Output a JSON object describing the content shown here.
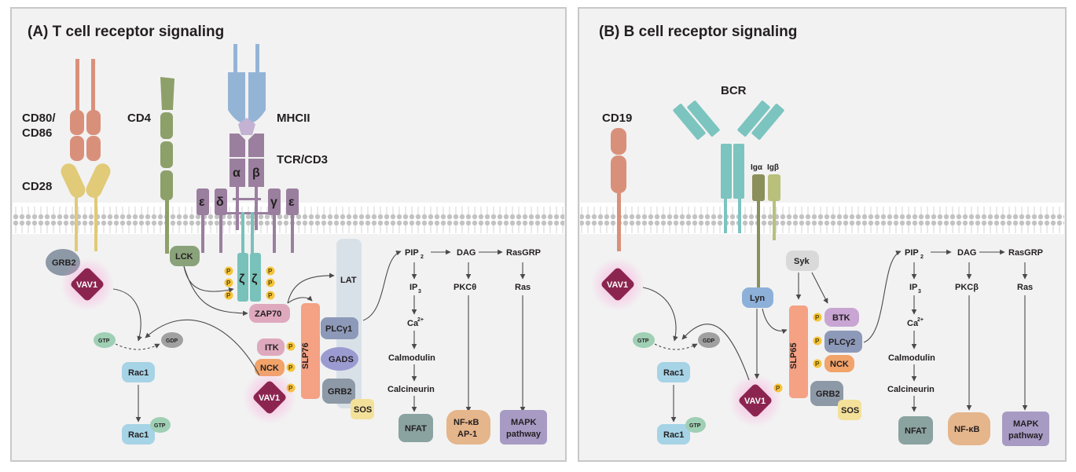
{
  "panels": {
    "a": {
      "title": "(A) T cell receptor signaling",
      "labels": {
        "cd80": "CD80/",
        "cd86": "CD86",
        "cd28": "CD28",
        "cd4": "CD4",
        "mhcii": "MHCII",
        "tcr": "TCR/CD3",
        "alpha": "α",
        "beta": "β",
        "eps1": "ε",
        "delta": "δ",
        "gamma": "γ",
        "eps2": "ε",
        "zeta1": "ζ",
        "zeta2": "ζ"
      },
      "molecules": {
        "grb2": "GRB2",
        "vav1_top": "VAV1",
        "lck": "LCK",
        "gtp": "GTP",
        "gdp": "GDP",
        "rac1": "Rac1",
        "rac1_gtp": "Rac1",
        "gtp2": "GTP",
        "zap70": "ZAP70",
        "lat": "LAT",
        "slp76": "SLP76",
        "plcg1": "PLCγ1",
        "gads": "GADS",
        "itk": "ITK",
        "nck": "NCK",
        "grb2_b": "GRB2",
        "sos": "SOS",
        "vav1_bottom": "VAV1"
      },
      "pathway": {
        "pip2": "PIP",
        "pip2_sub": "2",
        "dag": "DAG",
        "rasgrp": "RasGRP",
        "ip3": "IP",
        "ip3_sub": "3",
        "pkc": "PKCθ",
        "ras": "Ras",
        "ca": "Ca",
        "ca_sup": "2+",
        "calmodulin": "Calmodulin",
        "calcineurin": "Calcineurin",
        "nfat": "NFAT",
        "nfkb": "NF-κB",
        "ap1": "AP-1",
        "mapk1": "MAPK",
        "mapk2": "pathway"
      }
    },
    "b": {
      "title": "(B) B cell receptor signaling",
      "labels": {
        "cd19": "CD19",
        "bcr": "BCR",
        "iga": "Igα",
        "igb": "Igβ"
      },
      "molecules": {
        "vav1_top": "VAV1",
        "gtp": "GTP",
        "gdp": "GDP",
        "rac1": "Rac1",
        "rac1_gtp": "Rac1",
        "gtp2": "GTP",
        "syk": "Syk",
        "lyn": "Lyn",
        "slp65": "SLP65",
        "btk": "BTK",
        "plcg2": "PLCγ2",
        "nck": "NCK",
        "grb2": "GRB2",
        "sos": "SOS",
        "vav1_bottom": "VAV1"
      },
      "pathway": {
        "pip2": "PIP",
        "pip2_sub": "2",
        "dag": "DAG",
        "rasgrp": "RasGRP",
        "ip3": "IP",
        "ip3_sub": "3",
        "pkc": "PKCβ",
        "ras": "Ras",
        "ca": "Ca",
        "ca_sup": "2+",
        "calmodulin": "Calmodulin",
        "calcineurin": "Calcineurin",
        "nfat": "NFAT",
        "nfkb": "NF-κB",
        "mapk1": "MAPK",
        "mapk2": "pathway"
      }
    }
  },
  "phospho_label": "P",
  "colors": {
    "panel_border": "#c8c8c8",
    "membrane": "#c9c9c9",
    "vav1": "#8b2550",
    "gtp": "#9fcfb4",
    "gdp": "#a0a0a0",
    "rac1": "#a6d3e6",
    "slp": "#f5a184",
    "phospho": "#f5c43a",
    "cd28": "#e1ca78",
    "cd80": "#d9907a",
    "cd4": "#8da06a",
    "tcr": "#9b7f9f",
    "mhc": "#94b4d6",
    "zeta": "#78c2bb",
    "bcr": "#7cc4bf",
    "lat": "#d9e1e8",
    "nfat": "#8aa3a0",
    "nfkb": "#e5b58b",
    "mapk": "#a79bc4"
  }
}
